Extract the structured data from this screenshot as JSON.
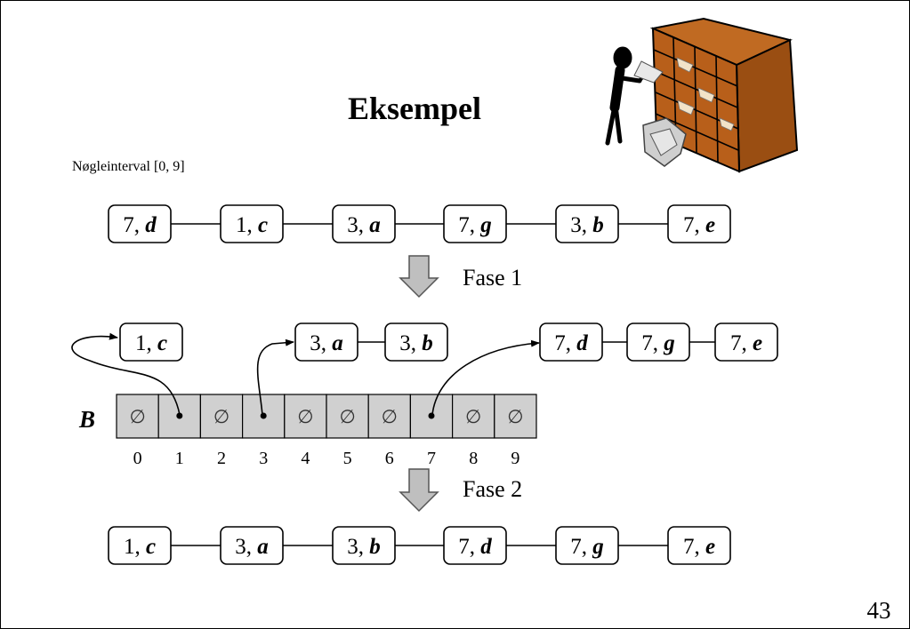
{
  "slide": {
    "title": "Eksempel",
    "subtitle": "Nøgleinterval [0, 9]",
    "page_number": "43"
  },
  "input_sequence": [
    {
      "key": "7",
      "elem": "d"
    },
    {
      "key": "1",
      "elem": "c"
    },
    {
      "key": "3",
      "elem": "a"
    },
    {
      "key": "7",
      "elem": "g"
    },
    {
      "key": "3",
      "elem": "b"
    },
    {
      "key": "7",
      "elem": "e"
    }
  ],
  "phase1": {
    "label": "Fase 1"
  },
  "phase2": {
    "label": "Fase 2"
  },
  "bucket_array": {
    "label": "B",
    "indices": [
      "0",
      "1",
      "2",
      "3",
      "4",
      "5",
      "6",
      "7",
      "8",
      "9"
    ],
    "empty_symbol": "∅",
    "pointer_cells": [
      "1",
      "3",
      "7"
    ]
  },
  "bucket_lists": [
    {
      "bucket": "1",
      "items": [
        {
          "key": "1",
          "elem": "c"
        }
      ]
    },
    {
      "bucket": "3",
      "items": [
        {
          "key": "3",
          "elem": "a"
        },
        {
          "key": "3",
          "elem": "b"
        }
      ]
    },
    {
      "bucket": "7",
      "items": [
        {
          "key": "7",
          "elem": "d"
        },
        {
          "key": "7",
          "elem": "g"
        },
        {
          "key": "7",
          "elem": "e"
        }
      ]
    }
  ],
  "output_sequence": [
    {
      "key": "1",
      "elem": "c"
    },
    {
      "key": "3",
      "elem": "a"
    },
    {
      "key": "3",
      "elem": "b"
    },
    {
      "key": "7",
      "elem": "d"
    },
    {
      "key": "7",
      "elem": "g"
    },
    {
      "key": "7",
      "elem": "e"
    }
  ],
  "clipart": {
    "name": "person-filing-in-pigeonhole-cabinet"
  }
}
